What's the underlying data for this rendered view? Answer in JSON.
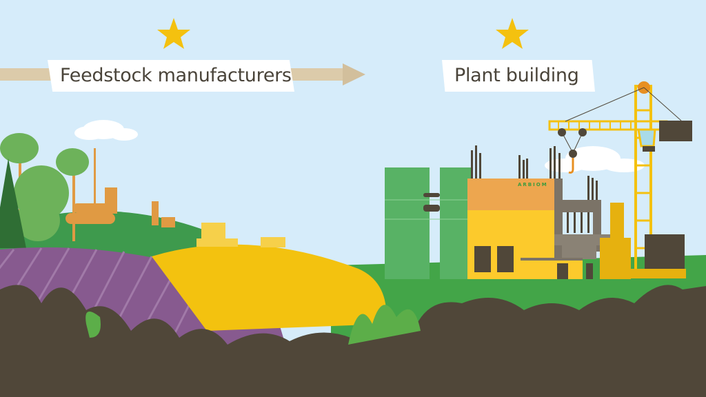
{
  "stages": [
    {
      "label": "Feedstock manufacturers",
      "icon": "star-icon",
      "arrow": "arrow-right-icon"
    },
    {
      "label": "Plant building",
      "icon": "star-icon"
    }
  ],
  "plant": {
    "logo_text": "ARBIOM"
  },
  "colors": {
    "sky": "#d6ecfa",
    "star": "#f4c10f",
    "arrow": "#dccbaa",
    "label_text": "#4a443a",
    "hill_green": "#3e9a4d",
    "grass": "#43a548",
    "lavender": "#875a8f",
    "wheat": "#f3c20f",
    "tree": "#6db25a",
    "wood": "#e09a43",
    "silo_green": "#58b265",
    "building_orange": "#eda64f",
    "building_yellow": "#fcca2c",
    "concrete": "#7b7367",
    "dark": "#504739",
    "crane": "#f4c10f"
  }
}
